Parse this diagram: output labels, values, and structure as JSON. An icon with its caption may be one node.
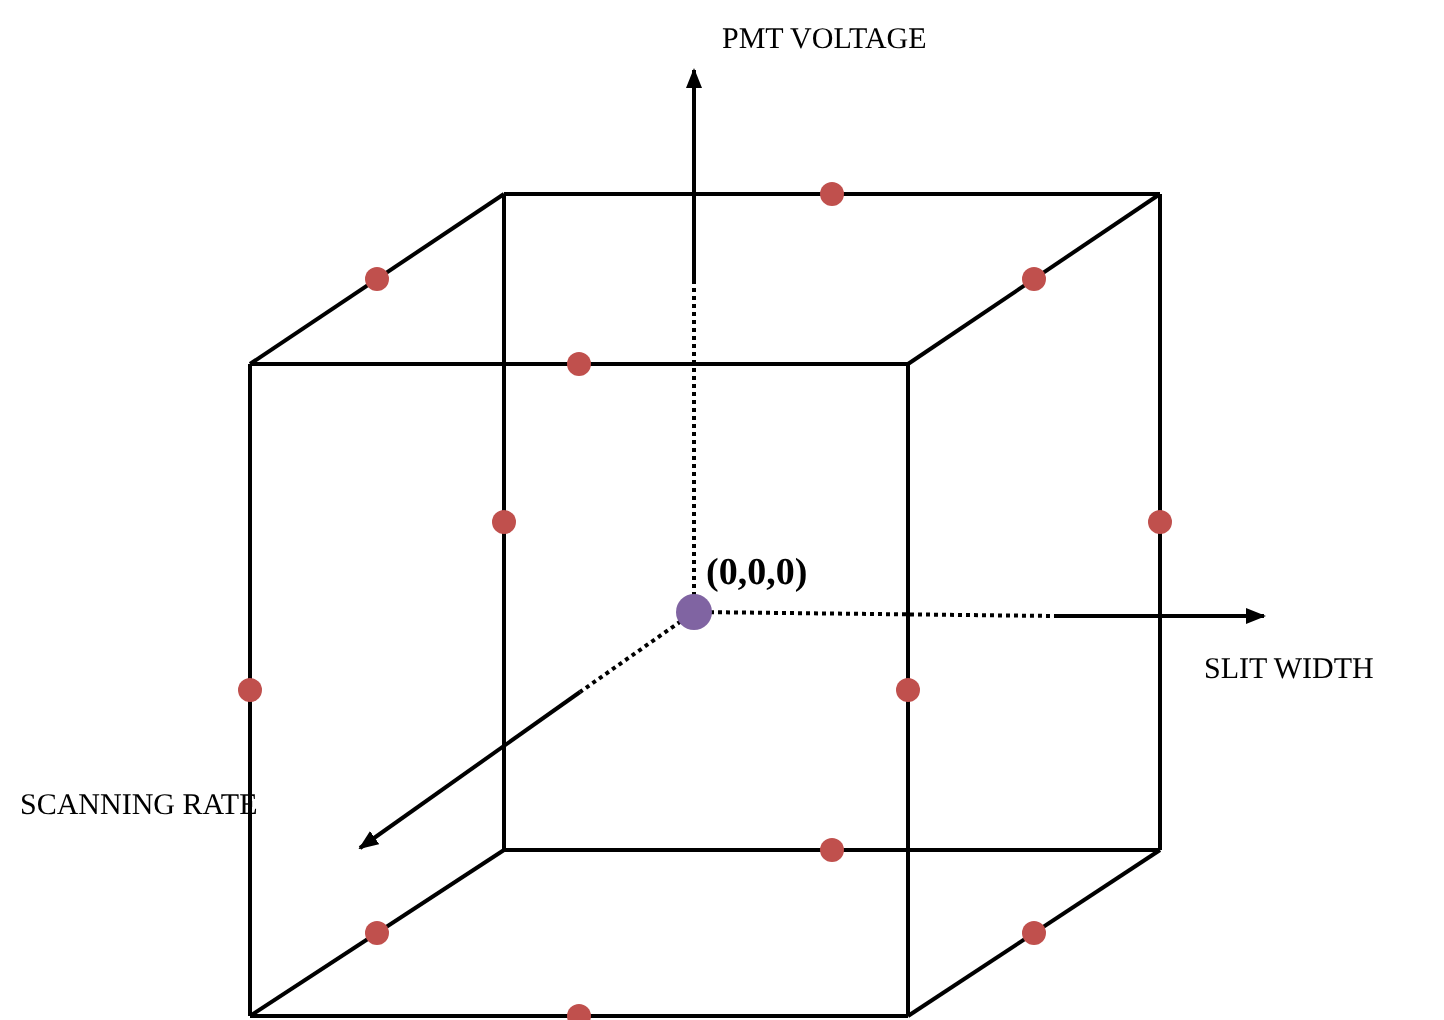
{
  "diagram": {
    "labels": [
      "PMT VOLTAGE",
      "(0,0,0)",
      "SLIT WIDTH",
      "SCANNING RATE"
    ]
  }
}
